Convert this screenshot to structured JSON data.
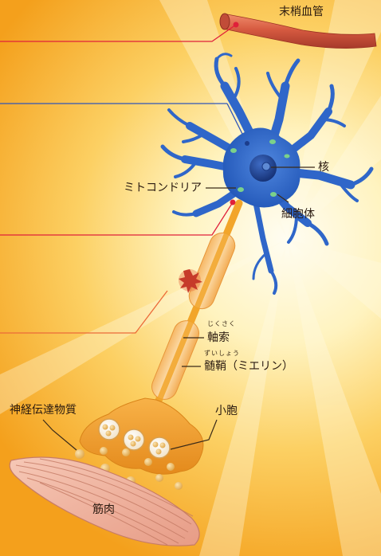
{
  "labels": {
    "peripheral_vessel": "末梢血管",
    "nucleus": "核",
    "mitochondria": "ミトコンドリア",
    "cell_body": "細胞体",
    "axon": "軸索",
    "axon_ruby": "じくさく",
    "myelin_sheath": "髄鞘（ミエリン）",
    "myelin_ruby": "ずいしょう",
    "neurotransmitter": "神経伝達物質",
    "vesicle": "小胞",
    "muscle": "筋肉"
  },
  "colors": {
    "background_gold": "#f4a21a",
    "background_light": "#fffbe6",
    "neuron_blue": "#2f66c9",
    "nucleus_dark": "#1c3d8c",
    "vessel_red": "#d2573f",
    "myelin_peach": "#f7c27e",
    "axon_orange": "#f2a52a",
    "terminal_orange": "#ee9b2a",
    "muscle_pink": "#efb2a0",
    "pointer_red": "#e0203a",
    "injury_red": "#c63a2a"
  },
  "icons": {
    "pointer_dot": "red-dot-icon"
  }
}
